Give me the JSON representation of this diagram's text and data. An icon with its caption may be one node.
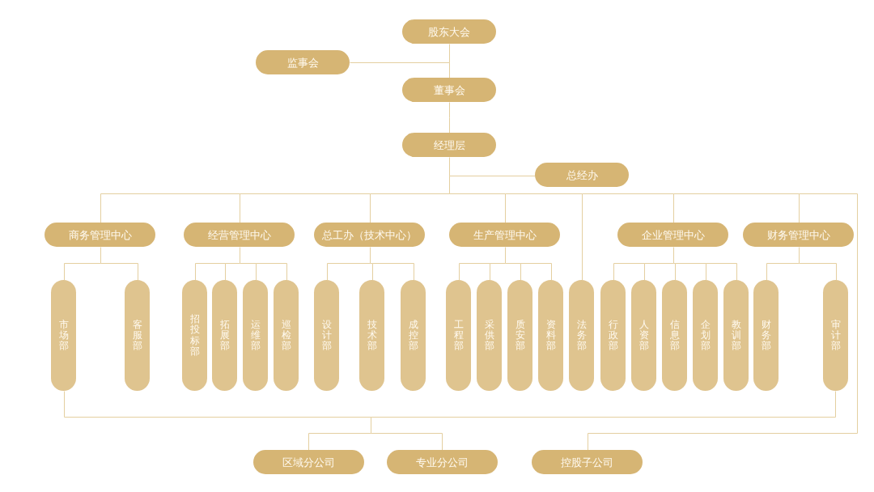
{
  "diagram": {
    "nodes": [
      {
        "text": [
          "股东大会"
        ]
      },
      {
        "text": [
          "监事会"
        ]
      },
      {
        "text": [
          "董事会"
        ]
      },
      {
        "text": [
          "经理层"
        ]
      },
      {
        "text": [
          "总经办"
        ]
      },
      {
        "text": [
          "商务管理中心"
        ]
      },
      {
        "text": [
          "经营管理中心"
        ]
      },
      {
        "text": [
          "总工办（技术中心）"
        ]
      },
      {
        "text": [
          "生产管理中心"
        ]
      },
      {
        "text": [
          "企业管理中心"
        ]
      },
      {
        "text": [
          "财务管理中心"
        ]
      },
      {
        "text": [
          "市场部"
        ]
      },
      {
        "text": [
          "客服部"
        ]
      },
      {
        "text": [
          "招投标部"
        ]
      },
      {
        "text": [
          "拓展部"
        ]
      },
      {
        "text": [
          "运维部"
        ]
      },
      {
        "text": [
          "巡检部"
        ]
      },
      {
        "text": [
          "设计部"
        ]
      },
      {
        "text": [
          "技术部"
        ]
      },
      {
        "text": [
          "成控部"
        ]
      },
      {
        "text": [
          "工程部"
        ]
      },
      {
        "text": [
          "采供部"
        ]
      },
      {
        "text": [
          "质安部"
        ]
      },
      {
        "text": [
          "资料部"
        ]
      },
      {
        "text": [
          "法务部"
        ]
      },
      {
        "text": [
          "行政部"
        ]
      },
      {
        "text": [
          "人资部"
        ]
      },
      {
        "text": [
          "信息部"
        ]
      },
      {
        "text": [
          "企划部"
        ]
      },
      {
        "text": [
          "教训部"
        ]
      },
      {
        "text": [
          "财务部"
        ]
      },
      {
        "text": [
          "审计部"
        ]
      },
      {
        "text": [
          "区域分公司"
        ]
      },
      {
        "text": [
          "专业分公司"
        ]
      },
      {
        "text": [
          "控股子公司"
        ]
      }
    ],
    "edges": [
      {
        "from": 0,
        "to": 1,
        "arrow": "none"
      },
      {
        "from": 0,
        "to": 2,
        "arrow": "none"
      },
      {
        "from": 2,
        "to": 3,
        "arrow": "none"
      },
      {
        "from": 3,
        "to": 4,
        "arrow": "none"
      },
      {
        "from": 3,
        "to": 5,
        "arrow": "none"
      },
      {
        "from": 3,
        "to": 6,
        "arrow": "none"
      },
      {
        "from": 3,
        "to": 7,
        "arrow": "none"
      },
      {
        "from": 3,
        "to": 8,
        "arrow": "none"
      },
      {
        "from": 3,
        "to": 9,
        "arrow": "none"
      },
      {
        "from": 3,
        "to": 10,
        "arrow": "none"
      },
      {
        "from": 3,
        "to": 24,
        "arrow": "none"
      },
      {
        "from": 3,
        "to": 34,
        "arrow": "none"
      },
      {
        "from": 5,
        "to": 11,
        "arrow": "none"
      },
      {
        "from": 5,
        "to": 12,
        "arrow": "none"
      },
      {
        "from": 6,
        "to": 13,
        "arrow": "none"
      },
      {
        "from": 6,
        "to": 14,
        "arrow": "none"
      },
      {
        "from": 6,
        "to": 15,
        "arrow": "none"
      },
      {
        "from": 6,
        "to": 16,
        "arrow": "none"
      },
      {
        "from": 7,
        "to": 17,
        "arrow": "none"
      },
      {
        "from": 7,
        "to": 18,
        "arrow": "none"
      },
      {
        "from": 7,
        "to": 19,
        "arrow": "none"
      },
      {
        "from": 8,
        "to": 20,
        "arrow": "none"
      },
      {
        "from": 8,
        "to": 21,
        "arrow": "none"
      },
      {
        "from": 8,
        "to": 22,
        "arrow": "none"
      },
      {
        "from": 8,
        "to": 23,
        "arrow": "none"
      },
      {
        "from": 9,
        "to": 25,
        "arrow": "none"
      },
      {
        "from": 9,
        "to": 26,
        "arrow": "none"
      },
      {
        "from": 9,
        "to": 27,
        "arrow": "none"
      },
      {
        "from": 9,
        "to": 28,
        "arrow": "none"
      },
      {
        "from": 9,
        "to": 29,
        "arrow": "none"
      },
      {
        "from": 10,
        "to": 30,
        "arrow": "none"
      },
      {
        "from": 10,
        "to": 31,
        "arrow": "none"
      },
      {
        "from": 11,
        "to": 32,
        "arrow": "none"
      },
      {
        "from": 11,
        "to": 33,
        "arrow": "none"
      },
      {
        "from": 31,
        "to": 32,
        "arrow": "none"
      },
      {
        "from": 31,
        "to": 33,
        "arrow": "none"
      }
    ]
  }
}
